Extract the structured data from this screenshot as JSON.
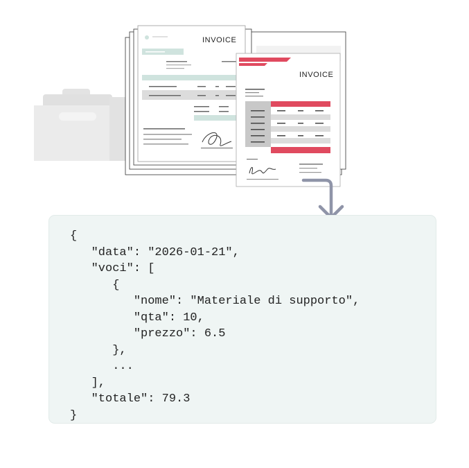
{
  "invoice_back": {
    "title": "INVOICE"
  },
  "invoice_front": {
    "title": "INVOICE"
  },
  "json_output": {
    "lines": [
      "{",
      "   \"data\": \"2026-01-21\",",
      "   \"voci\": [",
      "      {",
      "         \"nome\": \"Materiale di supporto\",",
      "         \"qta\": 10,",
      "         \"prezzo\": 6.5",
      "      },",
      "      ...",
      "   ],",
      "   \"totale\": 79.3",
      "}"
    ]
  },
  "colors": {
    "accent_red": "#e04a5f",
    "accent_teal": "#cfe3de",
    "folder_gray": "#ebebeb",
    "arrow": "#8f94a8",
    "panel_bg": "#eff5f4"
  },
  "icons": [
    "folder-icon",
    "invoice-document-icon",
    "signature-icon",
    "down-arrow-icon"
  ]
}
